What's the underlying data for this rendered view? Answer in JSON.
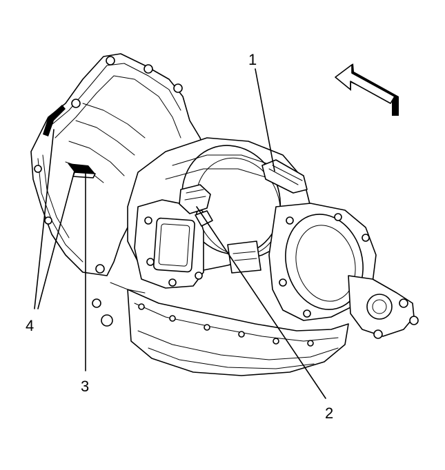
{
  "callouts": [
    {
      "id": "1",
      "label": "1"
    },
    {
      "id": "2",
      "label": "2"
    },
    {
      "id": "3",
      "label": "3"
    },
    {
      "id": "4",
      "label": "4"
    }
  ],
  "arrow_icon": "direction-arrow-icon",
  "colors": {
    "ink": "#000000",
    "background": "#ffffff"
  }
}
